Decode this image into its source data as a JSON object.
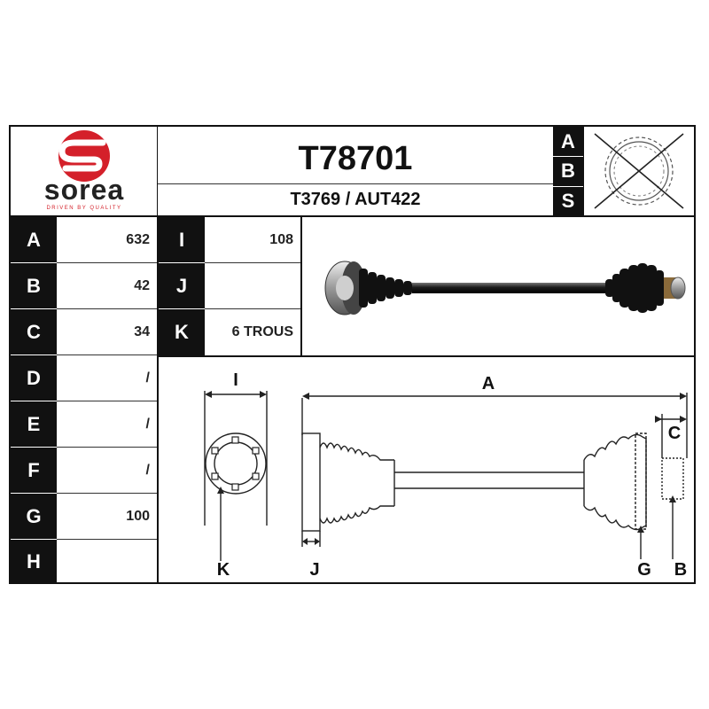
{
  "brand": {
    "name": "sorea",
    "tagline": "DRIVEN BY QUALITY",
    "color": "#d4202a"
  },
  "header": {
    "part_number": "T78701",
    "references": "T3769 / AUT422"
  },
  "abs": [
    "A",
    "B",
    "S"
  ],
  "specs_left": [
    {
      "label": "A",
      "value": "632"
    },
    {
      "label": "B",
      "value": "42"
    },
    {
      "label": "C",
      "value": "34"
    },
    {
      "label": "D",
      "value": "/"
    },
    {
      "label": "E",
      "value": "/"
    },
    {
      "label": "F",
      "value": "/"
    },
    {
      "label": "G",
      "value": "100"
    },
    {
      "label": "H",
      "value": ""
    }
  ],
  "specs_right": [
    {
      "label": "I",
      "value": "108"
    },
    {
      "label": "J",
      "value": ""
    },
    {
      "label": "K",
      "value": "6 TROUS"
    }
  ],
  "diagram_labels": {
    "i": "I",
    "k": "K",
    "j": "J",
    "a": "A",
    "c": "C",
    "g": "G",
    "b": "B"
  }
}
